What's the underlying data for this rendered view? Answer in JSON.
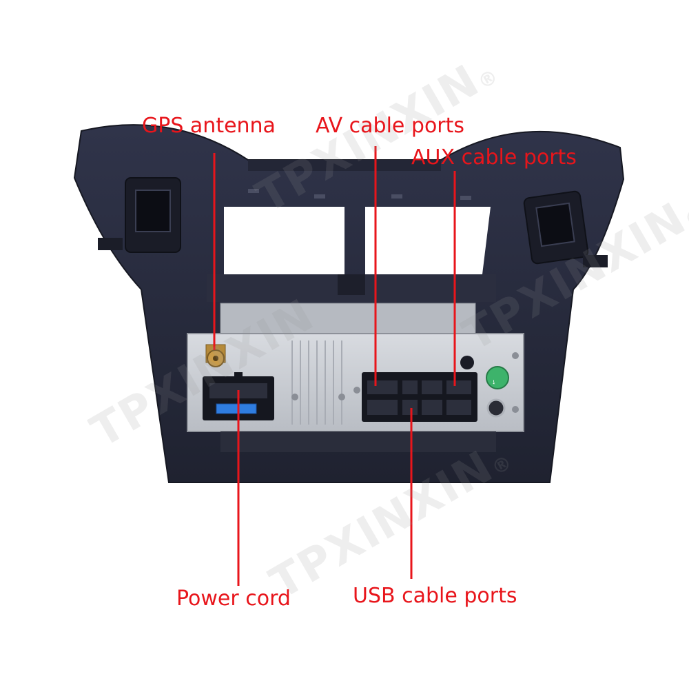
{
  "labels": {
    "gps": "GPS antenna",
    "av": "AV cable ports",
    "aux": "AUX cable ports",
    "power": "Power cord",
    "usb": "USB cable ports"
  },
  "watermark": {
    "text": "TPXINXIN",
    "mark": "®"
  },
  "colors": {
    "label": "#e8151b",
    "bezel": "#262a38",
    "chassis": "#c9ccd1"
  }
}
